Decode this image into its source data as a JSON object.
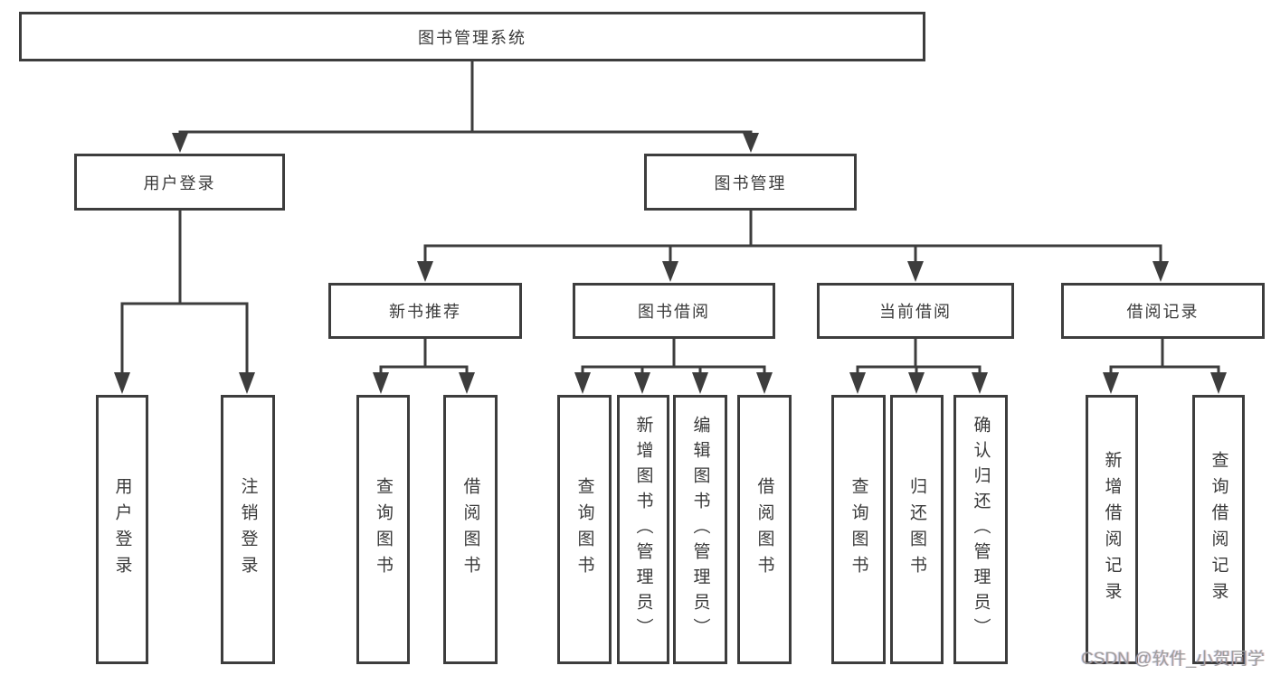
{
  "nodes": {
    "root": "图书管理系统",
    "user_login": "用户登录",
    "book_mgmt": "图书管理",
    "new_book_rec": "新书推荐",
    "book_borrow": "图书借阅",
    "current_borrow": "当前借阅",
    "borrow_record": "借阅记录",
    "leaf_user_login": "用户登录",
    "leaf_logout": "注销登录",
    "leaf_rec_query_book": "查询图书",
    "leaf_rec_borrow_book": "借阅图书",
    "leaf_bor_query_book": "查询图书",
    "leaf_bor_add_book": "新增图书（管理员）",
    "leaf_bor_edit_book": "编辑图书（管理员）",
    "leaf_bor_borrow_book": "借阅图书",
    "leaf_cur_query_book": "查询图书",
    "leaf_cur_return_book": "归还图书",
    "leaf_cur_confirm_return": "确认归还（管理员）",
    "leaf_his_add_record": "新增借阅记录",
    "leaf_his_query_record": "查询借阅记录"
  },
  "hierarchy": {
    "图书管理系统": {
      "用户登录": [
        "用户登录",
        "注销登录"
      ],
      "图书管理": {
        "新书推荐": [
          "查询图书",
          "借阅图书"
        ],
        "图书借阅": [
          "查询图书",
          "新增图书（管理员）",
          "编辑图书（管理员）",
          "借阅图书"
        ],
        "当前借阅": [
          "查询图书",
          "归还图书",
          "确认归还（管理员）"
        ],
        "借阅记录": [
          "新增借阅记录",
          "查询借阅记录"
        ]
      }
    }
  },
  "watermark": "CSDN @软件_小贺同学",
  "colors": {
    "line": "#3d3d3d",
    "text": "#3a3a3a",
    "watermark": "#9e9e9e",
    "background": "#ffffff"
  }
}
